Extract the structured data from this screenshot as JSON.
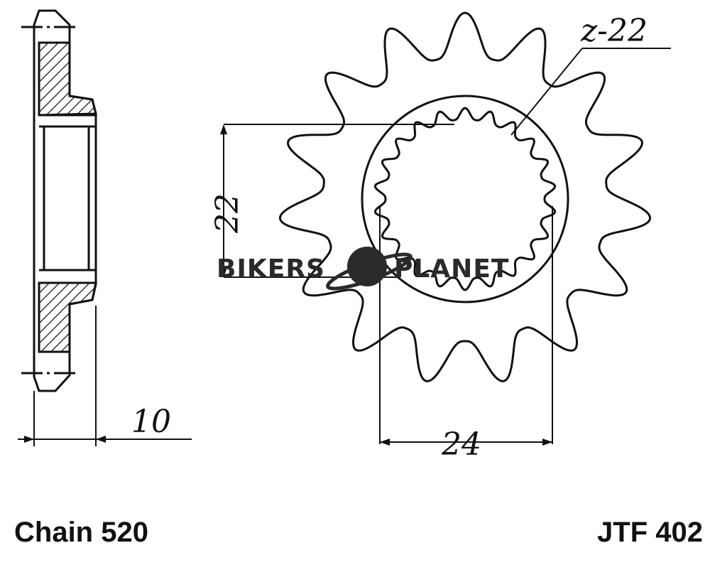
{
  "diagram": {
    "teeth_label": "z-22",
    "height_dim": "22",
    "width_dim": "24",
    "thickness_dim": "10",
    "outer_teeth_count": 15,
    "spline_count": 22
  },
  "watermark": {
    "left": "BIKERS",
    "right": "PLANET"
  },
  "captions": {
    "chain": "Chain 520",
    "part_number": "JTF 402"
  }
}
